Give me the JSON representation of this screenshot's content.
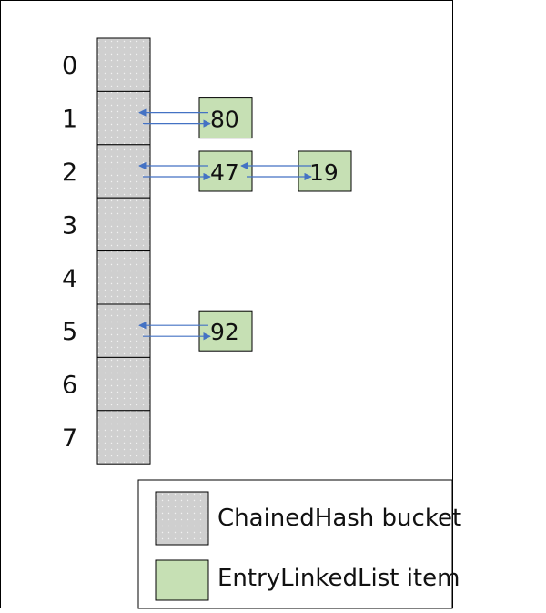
{
  "bucket_indices": [
    "0",
    "1",
    "2",
    "3",
    "4",
    "5",
    "6",
    "7"
  ],
  "entries": [
    {
      "bucket": 1,
      "values": [
        "80"
      ]
    },
    {
      "bucket": 2,
      "values": [
        "47",
        "19"
      ]
    },
    {
      "bucket": 5,
      "values": [
        "92"
      ]
    }
  ],
  "legend": {
    "bucket_label": "ChainedHash bucket",
    "item_label": "EntryLinkedList item"
  },
  "colors": {
    "bucket_fill": "#cfcfcf",
    "item_fill": "#c6e0b4",
    "arrow": "#4472c4",
    "border": "#000000"
  }
}
